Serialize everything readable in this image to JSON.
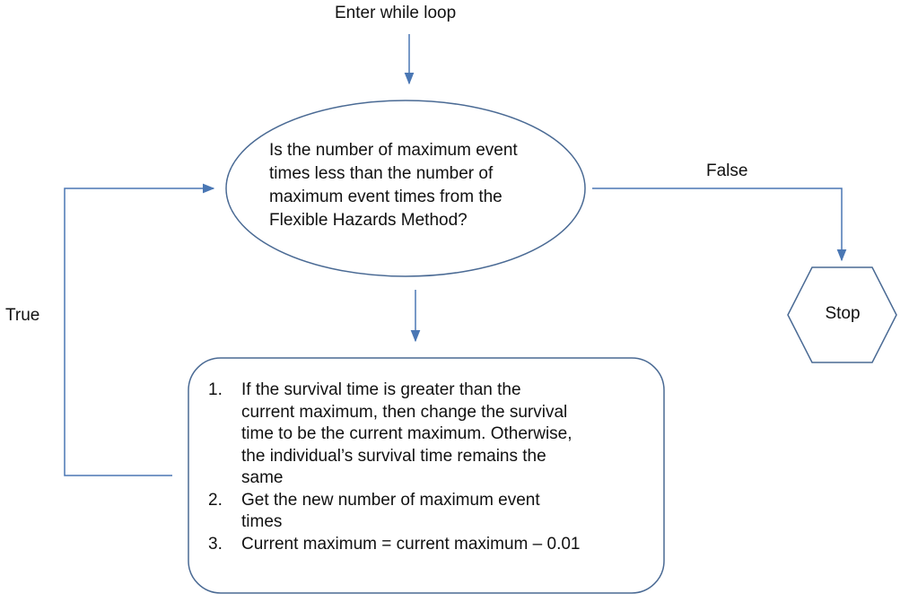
{
  "entry_label": "Enter while loop",
  "decision": {
    "lines": [
      "Is the number of maximum event",
      "times less than the number of",
      "maximum event times from the",
      "Flexible Hazards Method?"
    ]
  },
  "false_label": "False",
  "true_label": "True",
  "terminal": {
    "label": "Stop"
  },
  "process": {
    "steps": [
      {
        "number": "1.",
        "lines": [
          "If the survival time is greater than the",
          "current maximum, then change the survival",
          "time to be the current maximum. Otherwise,",
          "the individual’s survival time remains the",
          "same"
        ]
      },
      {
        "number": "2.",
        "lines": [
          "Get the new number of maximum event",
          "times"
        ]
      },
      {
        "number": "3.",
        "lines": [
          "Current maximum = current maximum – 0.01"
        ]
      }
    ]
  },
  "colors": {
    "shape_stroke": "#4a6a94",
    "arrow": "#4a77b4"
  }
}
